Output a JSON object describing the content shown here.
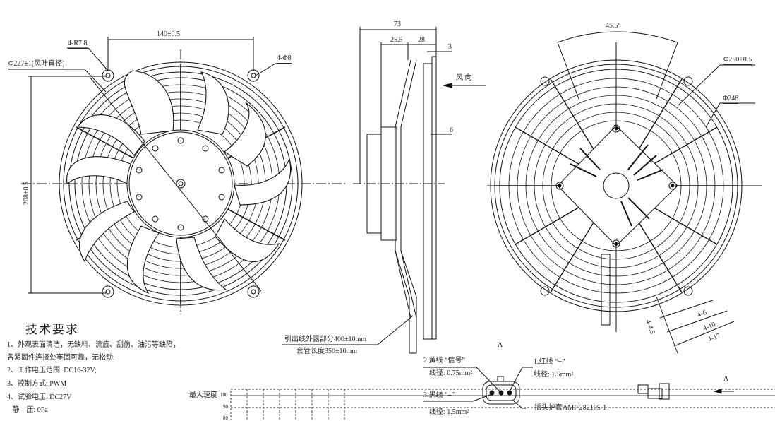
{
  "front_view": {
    "dim_hole_spacing": "140±0.5",
    "dim_height": "208±0.5",
    "label_corner_radius": "4-R7.8",
    "label_blade_diameter": "Φ227±1(风叶直径)",
    "label_mount_holes": "4-Φ8"
  },
  "side_view": {
    "dim_total_depth": "73",
    "dim_a": "25.5",
    "dim_b": "28",
    "dim_c": "3",
    "dim_d": "6",
    "airflow_label": "风 向",
    "lead_label_line1": "引出线外露部分400±10mm",
    "lead_label_line2": "套管长度350±10mm",
    "view_marker": "A"
  },
  "rear_view": {
    "dim_angle": "45.5°",
    "dim_outer_diameter": "Φ250±0.5",
    "dim_inner_diameter": "Φ248",
    "dim_slot_1": "4-6",
    "dim_slot_2": "4-10",
    "dim_slot_3": "4-17",
    "dim_offset": "4-4.5"
  },
  "connector": {
    "wire_yellow_title": "2.黄线 “信号”",
    "wire_yellow_gauge": "线径: 0.75mm²",
    "wire_red_title": "1.红线 “+”",
    "wire_red_gauge": "线径: 1.5mm²",
    "wire_black_title": "3.黑线 “–”",
    "wire_black_gauge": "线径: 1.5mm²",
    "housing_label": "插头护套AMP 282105-1",
    "view_marker": "A"
  },
  "tech_requirements": {
    "title": "技术要求",
    "items": [
      "1、外观表面清洁，无缺料、流痕、刮伤、油污等缺陷，",
      "各紧固件连接处牢固可靠，无松动;",
      "2、工作电压范围: DC16-32V;",
      "3、控制方式: PWM",
      "4、试验电压: DC27V",
      "   静    压: 0Pa"
    ]
  },
  "speed_chart": {
    "ylabel": "最大速度",
    "ticks": [
      "100",
      "90",
      "80"
    ]
  }
}
